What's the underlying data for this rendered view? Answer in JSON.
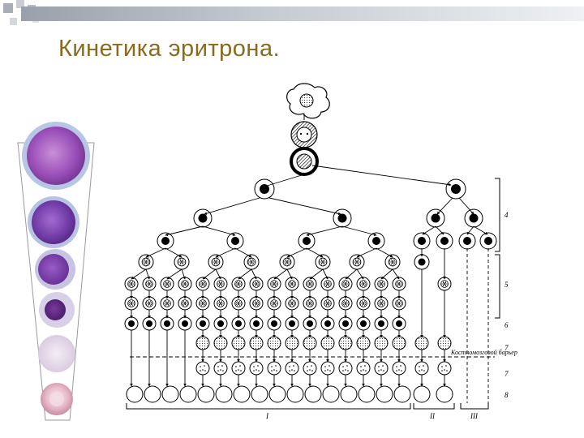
{
  "slide": {
    "title": "Кинетика эритрона."
  },
  "diagram": {
    "barrier_label": "Костномозговой барьер",
    "row_numbers": [
      "4",
      "5",
      "6",
      "7",
      "7",
      "8"
    ],
    "group_labels": [
      "I",
      "II",
      "III"
    ]
  },
  "colors": {
    "title": "#8a6a1e",
    "header_bar": "#b5bac3"
  }
}
